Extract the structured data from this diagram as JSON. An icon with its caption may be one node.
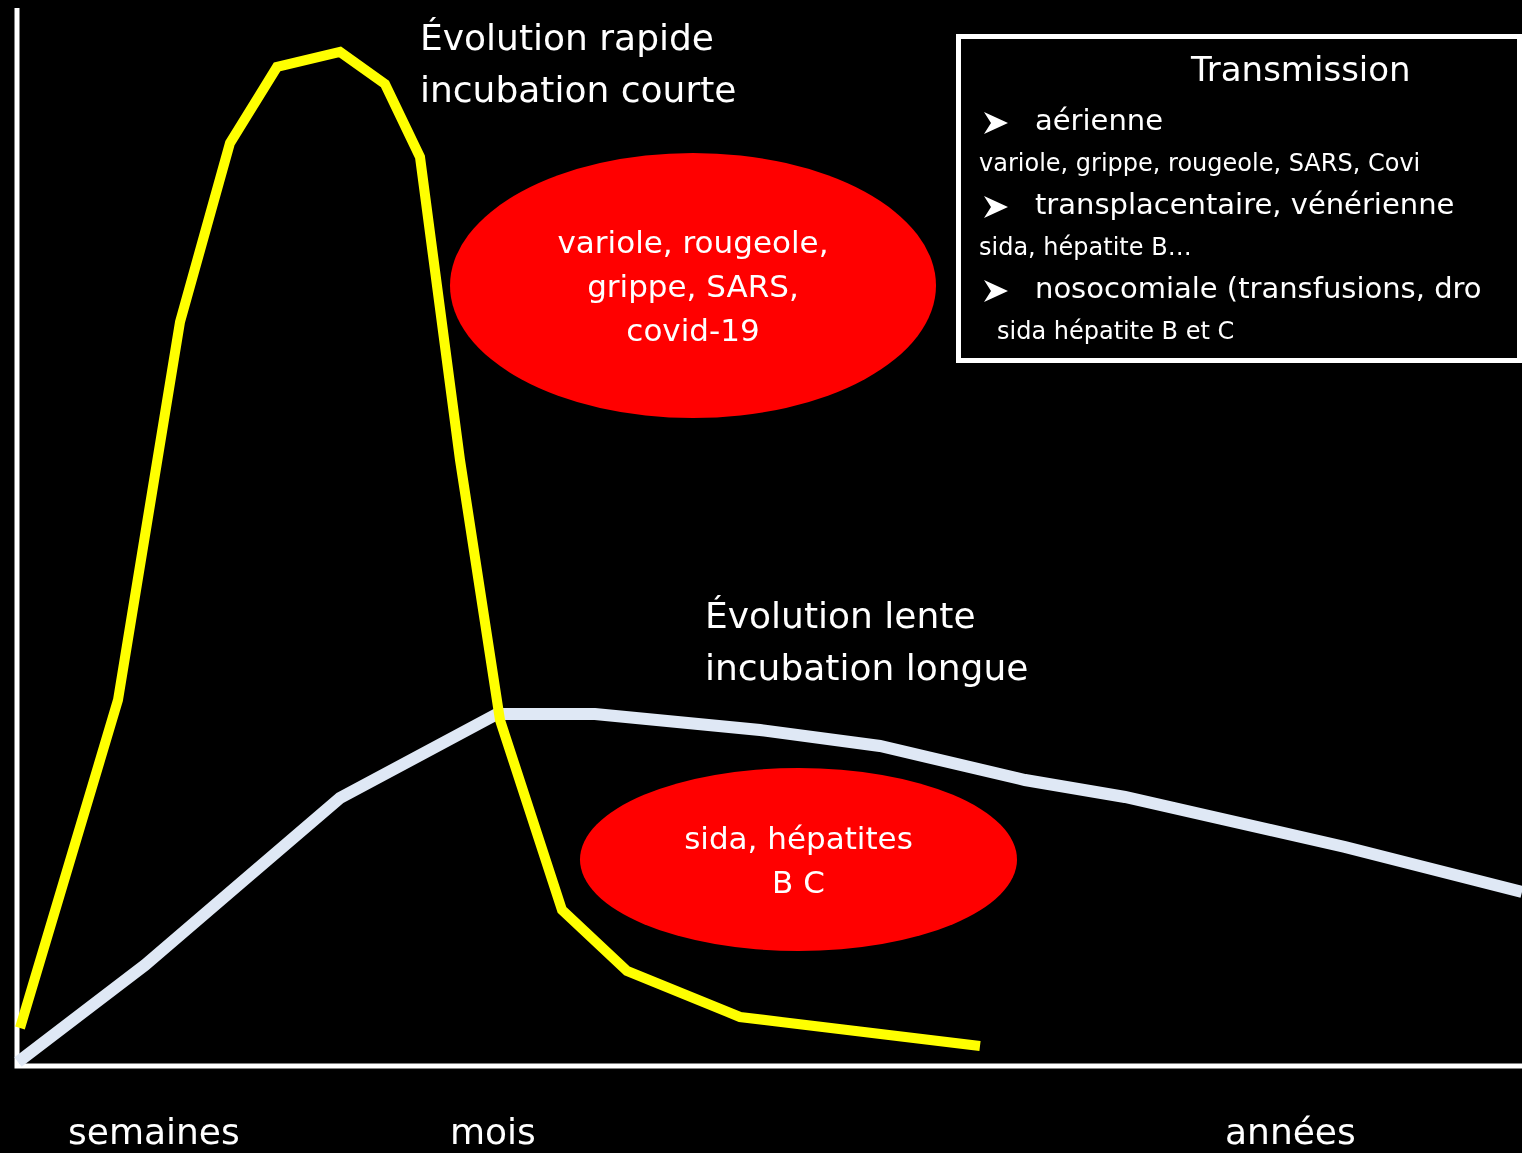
{
  "diagram": {
    "nodes": [
      {
        "text": [
          "variole, rougeole, grippe, SARS, covid-19"
        ]
      },
      {
        "text": [
          "sida, hépatites B C"
        ]
      },
      {
        "text": [
          "Transmission",
          "aérienne",
          "variole, grippe, rougeole, SARS, Covi",
          "transplacentaire, vénérienne",
          "sida, hépatite B…",
          "nosocomiale (transfusions, dro",
          "sida hépatite B et C"
        ]
      }
    ],
    "edges": [],
    "labels": [
      "Évolution rapide incubation courte",
      "Évolution lente incubation longue",
      "semaines",
      "mois",
      "années"
    ]
  }
}
